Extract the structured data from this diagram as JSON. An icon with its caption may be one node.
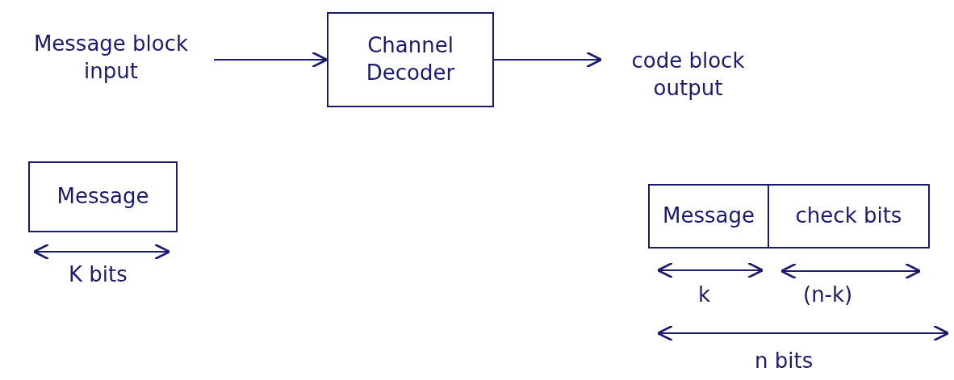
{
  "diagram": {
    "nodes": [
      {
        "text": [
          "Message block input"
        ]
      },
      {
        "text": [
          "Channel Decoder"
        ]
      },
      {
        "text": [
          "code block output"
        ]
      },
      {
        "text": [
          "Message"
        ]
      },
      {
        "text": [
          "Message"
        ]
      },
      {
        "text": [
          "check bits"
        ]
      }
    ],
    "edges": [
      {
        "from": 0,
        "to": 1,
        "arrow": "to"
      },
      {
        "from": 1,
        "to": 2,
        "arrow": "to"
      }
    ],
    "labels": [
      "K bits",
      "k",
      "(n-k)",
      "n bits"
    ]
  }
}
